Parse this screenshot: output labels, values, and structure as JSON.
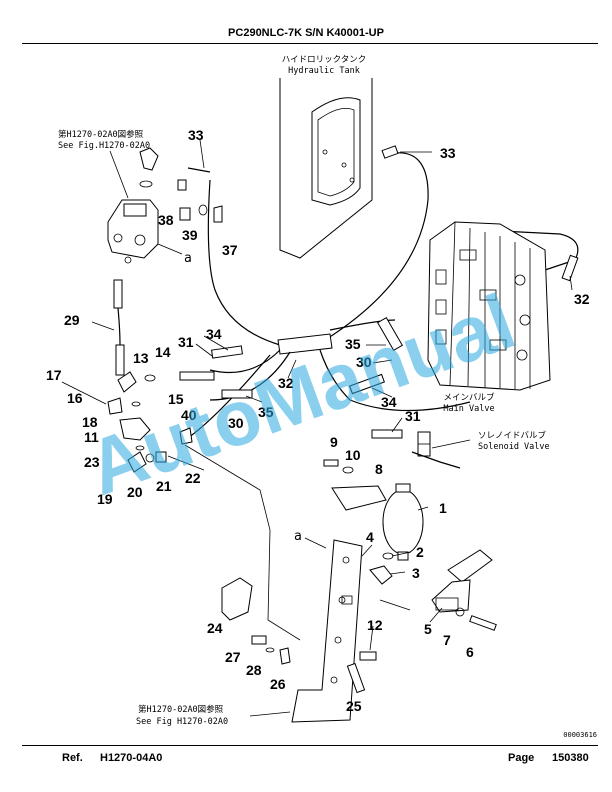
{
  "header": {
    "title": "PC290NLC-7K S/N K40001-UP"
  },
  "watermark": "AutoManual",
  "labels": {
    "tank_jp": "ハイドロリックタンク",
    "tank_en": "Hydraulic Tank",
    "seefig_top_jp": "第H1270-02A0図参照",
    "seefig_top_en": "See Fig.H1270-02A0",
    "main_valve_jp": "メインバルブ",
    "main_valve_en": "Main Valve",
    "solenoid_jp": "ソレノイドバルブ",
    "solenoid_en": "Solenoid Valve",
    "seefig_bottom_jp": "第H1270-02A0図参照",
    "seefig_bottom_en": "See Fig H1270-02A0",
    "ref_a_top": "a",
    "ref_a_bottom": "a",
    "drawing_number": "00003616"
  },
  "callouts": {
    "n1": "1",
    "n2": "2",
    "n3": "3",
    "n4": "4",
    "n5": "5",
    "n6": "6",
    "n7": "7",
    "n8": "8",
    "n9": "9",
    "n10": "10",
    "n11": "11",
    "n12": "12",
    "n13": "13",
    "n14": "14",
    "n15": "15",
    "n16": "16",
    "n17": "17",
    "n18": "18",
    "n19": "19",
    "n20": "20",
    "n21": "21",
    "n22": "22",
    "n23": "23",
    "n24": "24",
    "n25": "25",
    "n26": "26",
    "n27": "27",
    "n28": "28",
    "n29": "29",
    "n30a": "30",
    "n30b": "30",
    "n31a": "31",
    "n31b": "31",
    "n32a": "32",
    "n32b": "32",
    "n33a": "33",
    "n33b": "33",
    "n34a": "34",
    "n34b": "34",
    "n35a": "35",
    "n35b": "35",
    "n37": "37",
    "n38": "38",
    "n39": "39",
    "n40": "40"
  },
  "footer": {
    "ref_label": "Ref.",
    "ref_value": "H1270-04A0",
    "page_label": "Page",
    "page_value": "150380"
  }
}
